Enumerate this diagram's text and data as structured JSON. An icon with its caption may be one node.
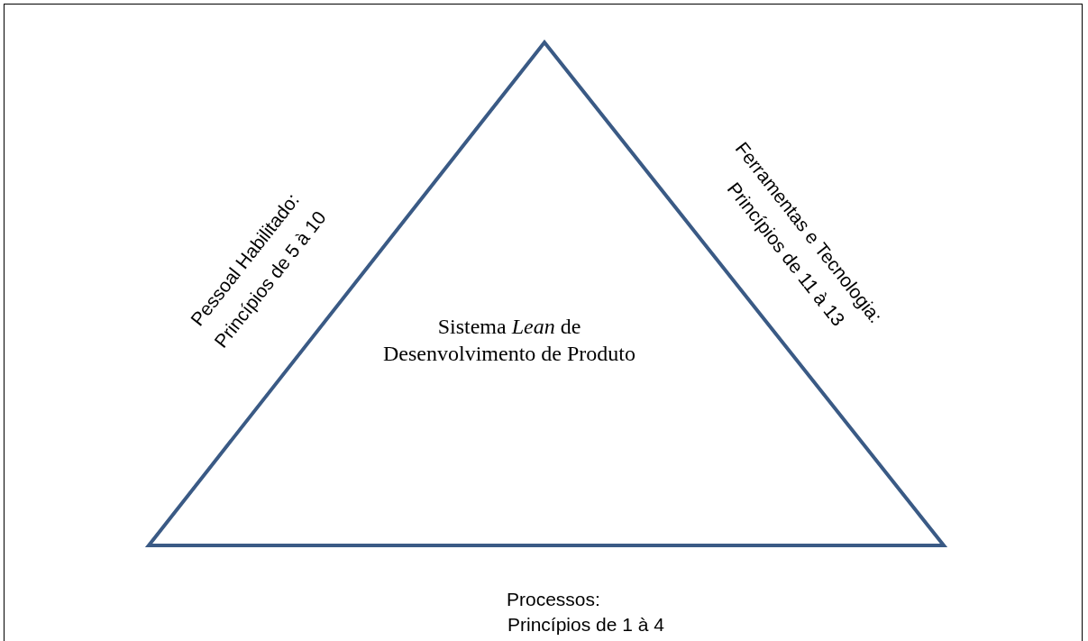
{
  "diagram": {
    "nodes": [
      {
        "text": [
          "Sistema *Lean* de Desenvolvimento de Produto"
        ]
      }
    ],
    "labels": [
      "Pessoal Habilitado:",
      "Princípios de 5 à 10",
      "Ferramentas e Tecnologia:",
      "Princípios de 11 à 13",
      "Processos:",
      "Princípios de 1 à 4"
    ]
  }
}
